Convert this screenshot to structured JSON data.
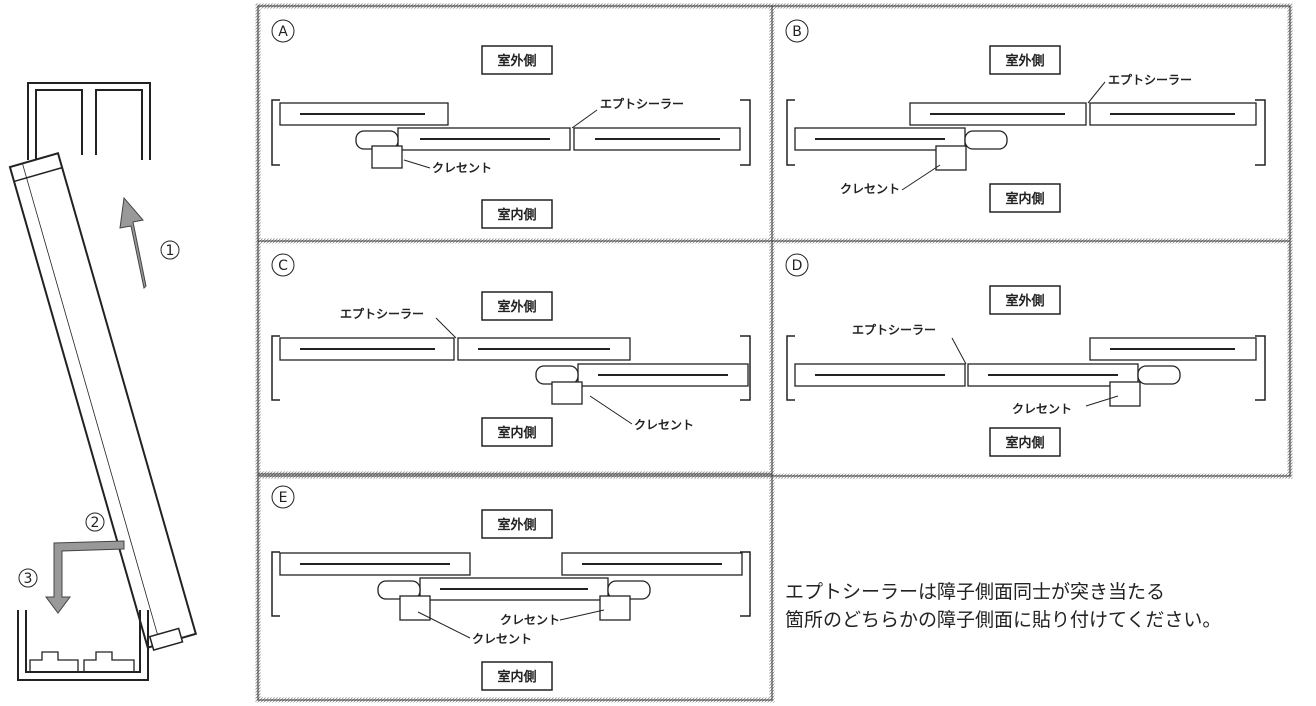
{
  "left_diagram": {
    "step1": "1",
    "step2": "2",
    "step3": "3"
  },
  "panels": [
    {
      "id": "A",
      "letter": "A",
      "outdoor": "室外側",
      "indoor": "室内側",
      "sealer": "エプトシーラー",
      "crescent": "クレセント"
    },
    {
      "id": "B",
      "letter": "B",
      "outdoor": "室外側",
      "indoor": "室内側",
      "sealer": "エプトシーラー",
      "crescent": "クレセント"
    },
    {
      "id": "C",
      "letter": "C",
      "outdoor": "室外側",
      "indoor": "室内側",
      "sealer": "エプトシーラー",
      "crescent": "クレセント"
    },
    {
      "id": "D",
      "letter": "D",
      "outdoor": "室外側",
      "indoor": "室内側",
      "sealer": "エプトシーラー",
      "crescent": "クレセント"
    },
    {
      "id": "E",
      "letter": "E",
      "outdoor": "室外側",
      "indoor": "室内側",
      "crescent_right": "クレセント",
      "crescent_left": "クレセント"
    }
  ],
  "note": {
    "line1": "エプトシーラーは障子側面同士が突き当たる",
    "line2": "箇所のどちらかの障子側面に貼り付けてください。"
  },
  "colors": {
    "line": "#222222",
    "frame": "#555555",
    "arrow": "#888888"
  }
}
